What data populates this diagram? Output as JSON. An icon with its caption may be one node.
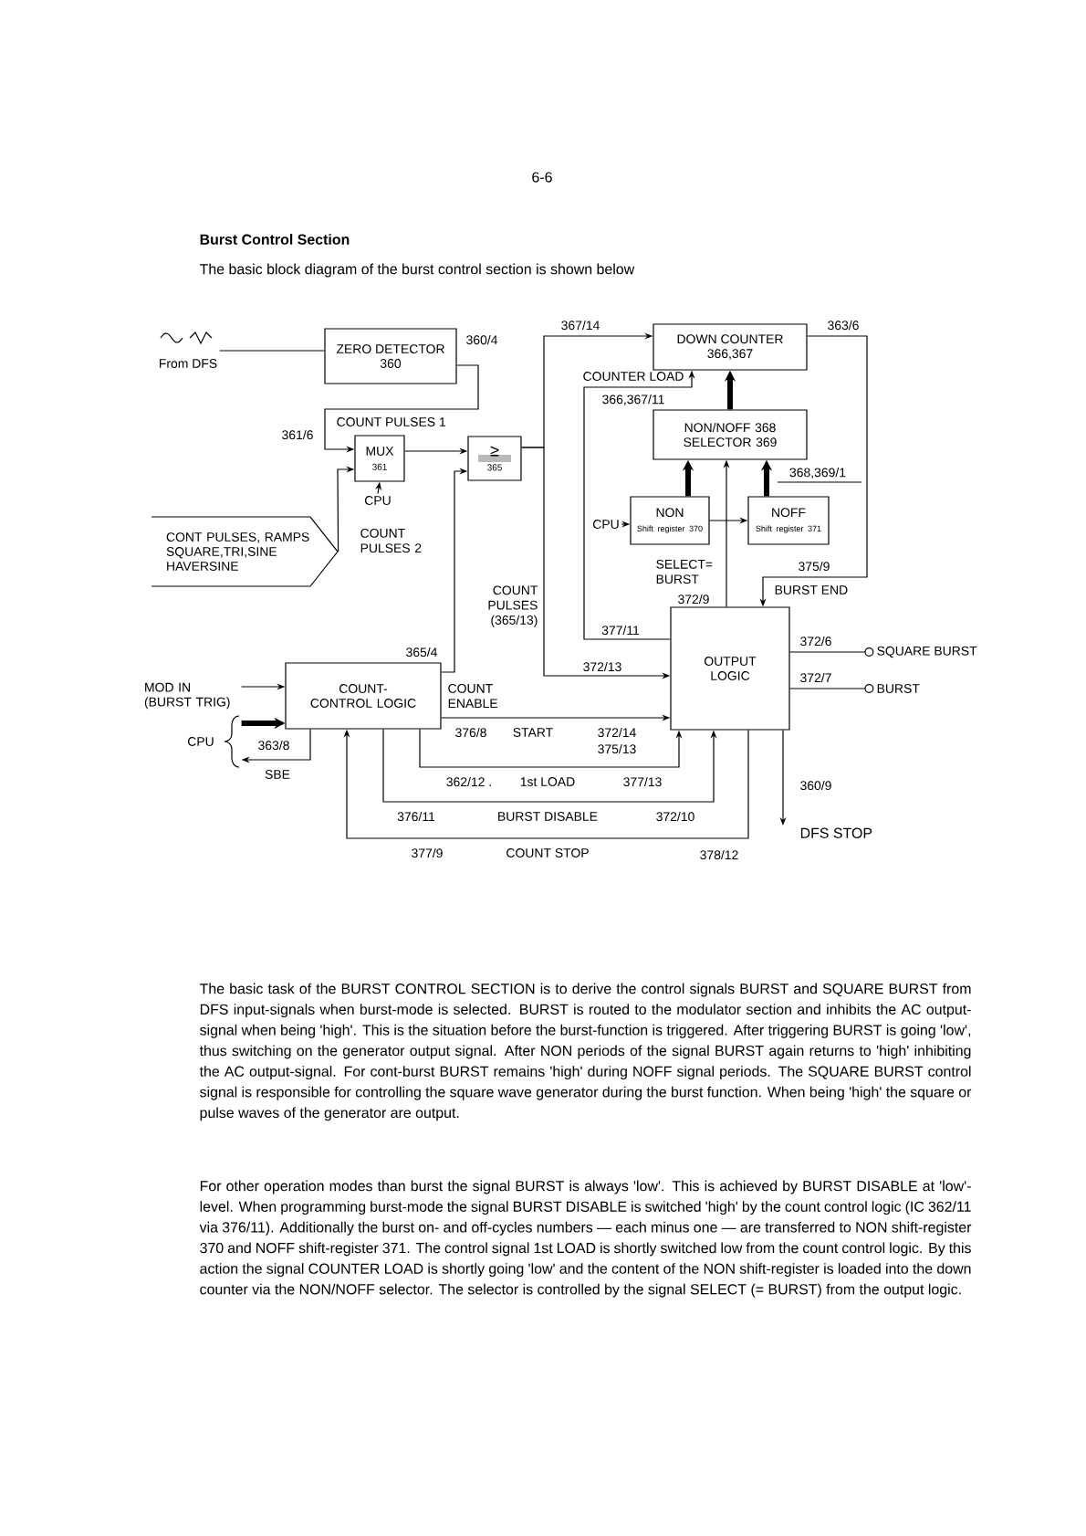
{
  "diagram": {
    "title": "Burst Control Section",
    "nodes": [
      {
        "text": [
          "ZERO DETECTOR",
          "360"
        ]
      },
      {
        "text": [
          "From DFS"
        ]
      },
      {
        "text": [
          "MUX",
          "361"
        ]
      },
      {
        "text": [
          "≥",
          "365"
        ]
      },
      {
        "text": [
          "DOWN COUNTER",
          "366,367"
        ]
      },
      {
        "text": [
          "NON/NOFF 368 SELECTOR 369"
        ]
      },
      {
        "text": [
          "NON",
          "Shift register 370"
        ]
      },
      {
        "text": [
          "NOFF",
          "Shift register 371"
        ]
      },
      {
        "text": [
          "COUNT-CONTROL LOGIC"
        ]
      },
      {
        "text": [
          "OUTPUT LOGIC"
        ]
      },
      {
        "text": [
          "CONT PULSES, RAMPS SQUARE,TRI,SINE HAVERSINE"
        ]
      },
      {
        "text": [
          "CPU"
        ]
      },
      {
        "text": [
          "CPU"
        ]
      },
      {
        "text": [
          "MOD IN (BURST TRIG)"
        ]
      },
      {
        "text": [
          "CPU"
        ]
      },
      {
        "text": [
          "SQUARE BURST"
        ]
      },
      {
        "text": [
          "BURST"
        ]
      },
      {
        "text": [
          "DFS STOP"
        ]
      }
    ],
    "edges": [
      {
        "from": 1,
        "to": 0,
        "arrow": "none"
      },
      {
        "from": 0,
        "to": 2,
        "arrow": "to",
        "label": "360/4"
      },
      {
        "from": 10,
        "to": 2,
        "arrow": "to"
      },
      {
        "from": 11,
        "to": 2,
        "arrow": "to"
      },
      {
        "from": 2,
        "to": 3,
        "arrow": "to"
      },
      {
        "from": 3,
        "to": 4,
        "arrow": "to",
        "label": "367/14"
      },
      {
        "from": 3,
        "to": 9,
        "arrow": "to",
        "label": "372/13"
      },
      {
        "from": 4,
        "to": 9,
        "arrow": "to",
        "label": "363/6"
      },
      {
        "from": 5,
        "to": 4,
        "arrow": "to",
        "style": "thick"
      },
      {
        "from": 6,
        "to": 5,
        "arrow": "to",
        "style": "thick"
      },
      {
        "from": 7,
        "to": 5,
        "arrow": "to",
        "style": "thick"
      },
      {
        "from": 12,
        "to": 6,
        "arrow": "to"
      },
      {
        "from": 6,
        "to": 7,
        "arrow": "to"
      },
      {
        "from": 9,
        "to": 4,
        "arrow": "to",
        "label": "377/11"
      },
      {
        "from": 9,
        "to": 5,
        "arrow": "to",
        "label": "372/9"
      },
      {
        "from": 8,
        "to": 3,
        "arrow": "to",
        "label": "365/4"
      },
      {
        "from": 13,
        "to": 8,
        "arrow": "to"
      },
      {
        "from": 14,
        "to": 8,
        "arrow": "to",
        "style": "thick"
      },
      {
        "from": 8,
        "to": 14,
        "arrow": "to",
        "label": "363/8"
      },
      {
        "from": 8,
        "to": 9,
        "arrow": "to",
        "label": "376/8"
      },
      {
        "from": 8,
        "to": 9,
        "arrow": "to",
        "label": "362/12 ."
      },
      {
        "from": 8,
        "to": 9,
        "arrow": "to",
        "label": "376/11"
      },
      {
        "from": 9,
        "to": 8,
        "arrow": "to",
        "label": "378/12"
      },
      {
        "from": 9,
        "to": 15,
        "arrow": "none",
        "label": "372/6"
      },
      {
        "from": 9,
        "to": 16,
        "arrow": "none",
        "label": "372/7"
      },
      {
        "from": 9,
        "to": 17,
        "arrow": "to",
        "label": "360/9"
      }
    ],
    "labels": [
      "6-6",
      "The basic block diagram of the burst control section is shown below",
      "COUNT PULSES 1",
      "361/6",
      "COUNTER LOAD",
      "366,367/11",
      "368,369/1",
      "COUNT PULSES 2",
      "SELECT= BURST",
      "375/9",
      "BURST END",
      "COUNT PULSES (365/13)",
      "COUNT ENABLE",
      "START",
      "372/14",
      "375/13",
      "SBE",
      "1st LOAD",
      "377/13",
      "BURST DISABLE",
      "372/10",
      "377/9",
      "COUNT STOP",
      "The basic task of the BURST CONTROL SECTION is to derive the control signals BURST and SQUARE BURST from DFS input-signals when burst-mode is selected. BURST is routed to the modulator section and inhibits the AC output-signal when being 'high'. This is the situation before the burst-function is triggered. After triggering BURST is going 'low', thus switching on the generator output signal. After NON periods of the signal BURST again returns to 'high' inhibiting the AC output-signal. For cont-burst BURST remains 'high' during NOFF signal periods. The SQUARE BURST control signal is responsible for controlling the square wave generator during the burst function. When being 'high' the square or pulse waves of the generator are output.",
      "For other operation modes than burst the signal BURST is always 'low'. This is achieved by BURST DISABLE at 'low'-level. When programming burst-mode the signal BURST DISABLE is switched 'high' by the count control logic (IC 362/11 via 376/11). Additionally the burst on- and off-cycles numbers — each minus one — are transferred to NON shift-register 370 and NOFF shift-register 371. The control signal 1st LOAD is shortly switched low from the count control logic. By this action the signal COUNTER LOAD is shortly going 'low' and the content of the NON shift-register is loaded into the down counter via the NON/NOFF selector. The selector is controlled by the signal SELECT (= BURST) from the output logic."
    ]
  }
}
